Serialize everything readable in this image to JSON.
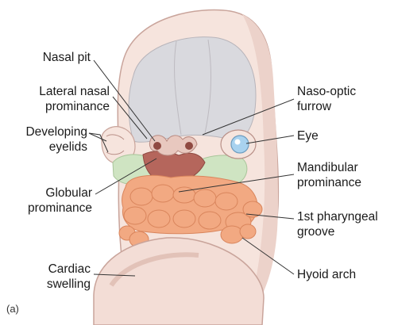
{
  "figure": {
    "panel_label": "(a)",
    "labels": {
      "nasal_pit": "Nasal pit",
      "lateral_nasal_prominance": [
        "Lateral nasal",
        "prominance"
      ],
      "developing_eyelids": [
        "Developing",
        "eyelids"
      ],
      "globular_prominance": [
        "Globular",
        "prominance"
      ],
      "cardiac_swelling": [
        "Cardiac",
        "swelling"
      ],
      "naso_optic_furrow": [
        "Naso-optic",
        "furrow"
      ],
      "eye": "Eye",
      "mandibular_prominance": [
        "Mandibular",
        "prominance"
      ],
      "first_pharyngeal_groove": [
        "1st pharyngeal",
        "groove"
      ],
      "hyoid_arch": "Hyoid arch"
    },
    "colors": {
      "skin": "#f6e4dd",
      "skin_shadow": "#e9c8c0",
      "brain": "#d9d9de",
      "mandibular": "#cfe4c2",
      "arches": "#f2a982",
      "arches_outline": "#d9855c",
      "mouth": "#b5665c",
      "eye": "#a9d2ef",
      "cardiac": "#f3ddd6",
      "outline": "#c9a49b"
    }
  }
}
